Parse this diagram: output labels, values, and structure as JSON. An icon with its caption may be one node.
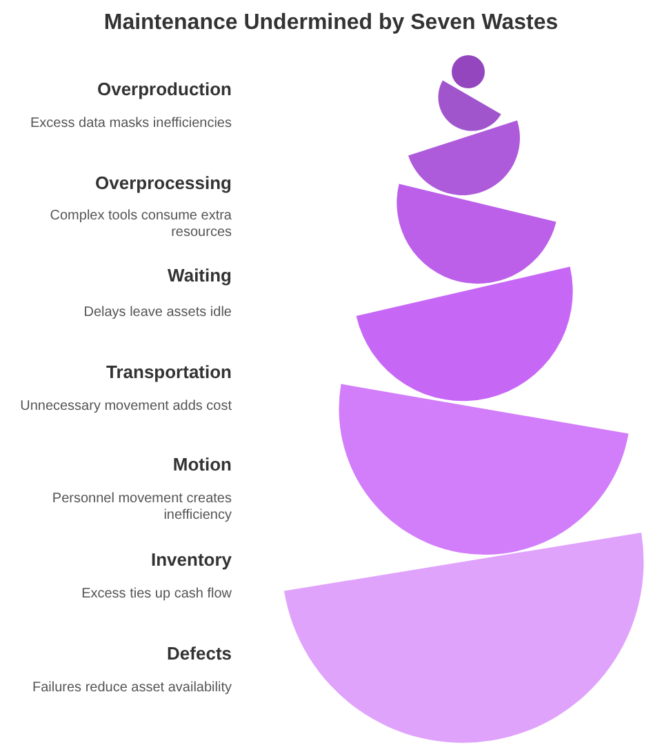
{
  "diagram": {
    "title": "Maintenance Undermined by Seven Wastes",
    "nodes": [
      {
        "text": [],
        "shape": "circle"
      },
      {
        "text": [],
        "shape": "semicircle"
      },
      {
        "text": [],
        "shape": "semicircle"
      },
      {
        "text": [],
        "shape": "semicircle"
      },
      {
        "text": [],
        "shape": "semicircle"
      },
      {
        "text": [],
        "shape": "semicircle"
      },
      {
        "text": [],
        "shape": "semicircle"
      }
    ],
    "labels": [
      "Overproduction",
      "Excess data masks inefficiencies",
      "Overprocessing",
      "Complex tools consume extra resources",
      "Waiting",
      "Delays leave assets idle",
      "Transportation",
      "Unnecessary movement adds cost",
      "Motion",
      "Personnel movement creates inefficiency",
      "Inventory",
      "Excess ties up cash flow",
      "Defects",
      "Failures reduce asset availability"
    ]
  }
}
